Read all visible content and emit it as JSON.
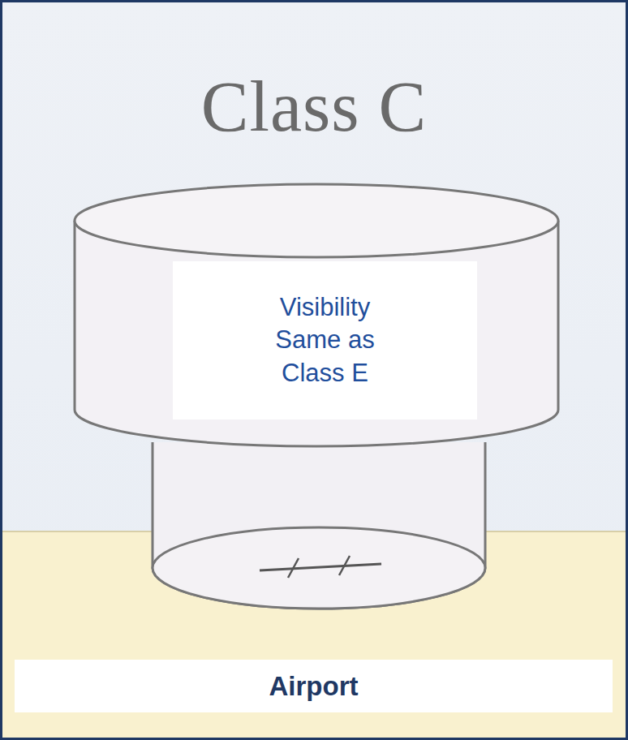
{
  "diagram": {
    "title": "Class C",
    "nodes": [
      {
        "text": [
          "Visibility Same as Class E"
        ]
      },
      {
        "text": [
          "Airport"
        ]
      }
    ]
  }
}
